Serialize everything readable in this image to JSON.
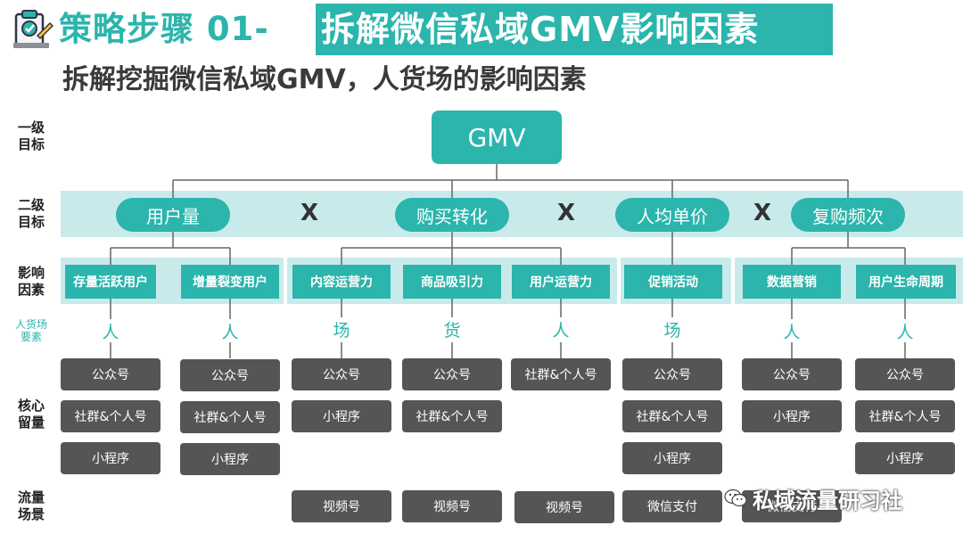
{
  "header": {
    "title_prefix": "策略步骤 01-",
    "title_highlight": "拆解微信私域GMV影响因素",
    "subtitle": "拆解挖掘微信私域GMV，人货场的影响因素"
  },
  "row_labels": {
    "level1": "一级\n目标",
    "level2": "二级\n目标",
    "factors": "影响\n因素",
    "elements": "人货场\n要素",
    "core": "核心\n留量",
    "scenes": "流量\n场景"
  },
  "root": "GMV",
  "level2": [
    "用户量",
    "购买转化",
    "人均单价",
    "复购频次"
  ],
  "operator": "X",
  "factors": [
    {
      "label": "存量活跃用户",
      "element": "人",
      "core": [
        "公众号",
        "社群&个人号",
        "小程序"
      ],
      "scene": ""
    },
    {
      "label": "增量裂变用户",
      "element": "人",
      "core": [
        "公众号",
        "社群&个人号",
        "小程序"
      ],
      "scene": ""
    },
    {
      "label": "内容运营力",
      "element": "场",
      "core": [
        "公众号",
        "小程序"
      ],
      "scene": "视频号"
    },
    {
      "label": "商品吸引力",
      "element": "货",
      "core": [
        "公众号",
        "社群&个人号"
      ],
      "scene": "视频号"
    },
    {
      "label": "用户运营力",
      "element": "人",
      "core": [
        "社群&个人号"
      ],
      "scene": "视频号"
    },
    {
      "label": "促销活动",
      "element": "场",
      "core": [
        "公众号",
        "社群&个人号",
        "小程序"
      ],
      "scene": "微信支付"
    },
    {
      "label": "数据营销",
      "element": "人",
      "core": [
        "公众号",
        "小程序"
      ],
      "scene": "微信支付"
    },
    {
      "label": "用户生命周期",
      "element": "人",
      "core": [
        "公众号",
        "社群&个人号",
        "小程序"
      ],
      "scene": ""
    }
  ],
  "watermark": "私域流量研习社",
  "colors": {
    "teal": "#2bb5ac",
    "band": "#c9eaea",
    "dark_cell": "#555555"
  },
  "icons": {
    "logo": "clipboard-check-icon",
    "watermark": "wechat-icon"
  }
}
